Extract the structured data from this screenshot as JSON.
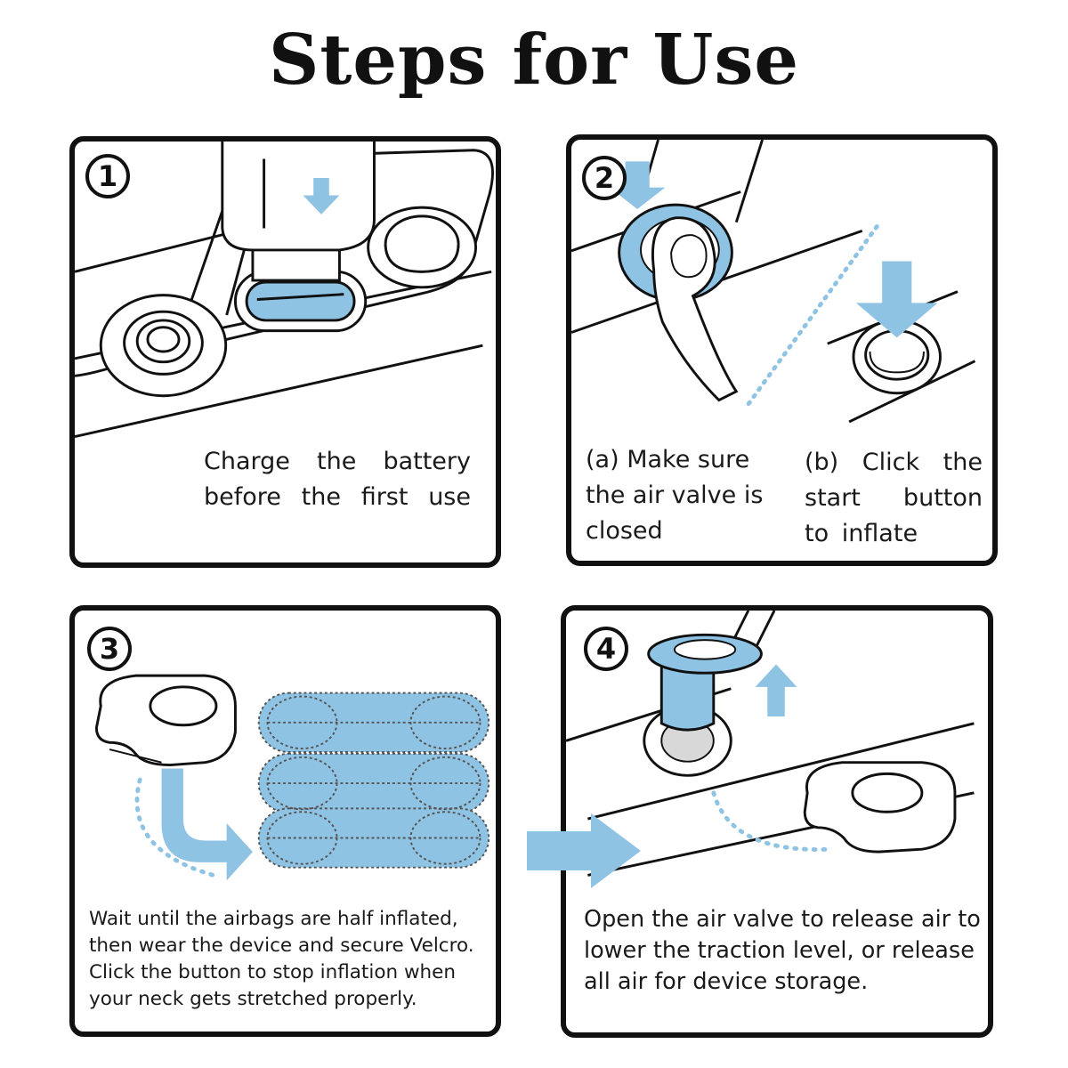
{
  "title": "Steps for Use",
  "colors": {
    "accent_blue": "#8fc3e4",
    "outline": "#111111"
  },
  "steps": [
    {
      "number": "1",
      "text": "Charge the battery before the first use"
    },
    {
      "number": "2",
      "text_a": "(a) Make sure the air valve is closed",
      "text_b": "(b) Click the start button to inflate"
    },
    {
      "number": "3",
      "text": "Wait until the airbags are half inflated, then wear the device and secure Velcro. Click the button to stop inflation when your neck gets stretched properly."
    },
    {
      "number": "4",
      "text": "Open the air valve to release air to lower the traction level, or release all air for device storage."
    }
  ]
}
